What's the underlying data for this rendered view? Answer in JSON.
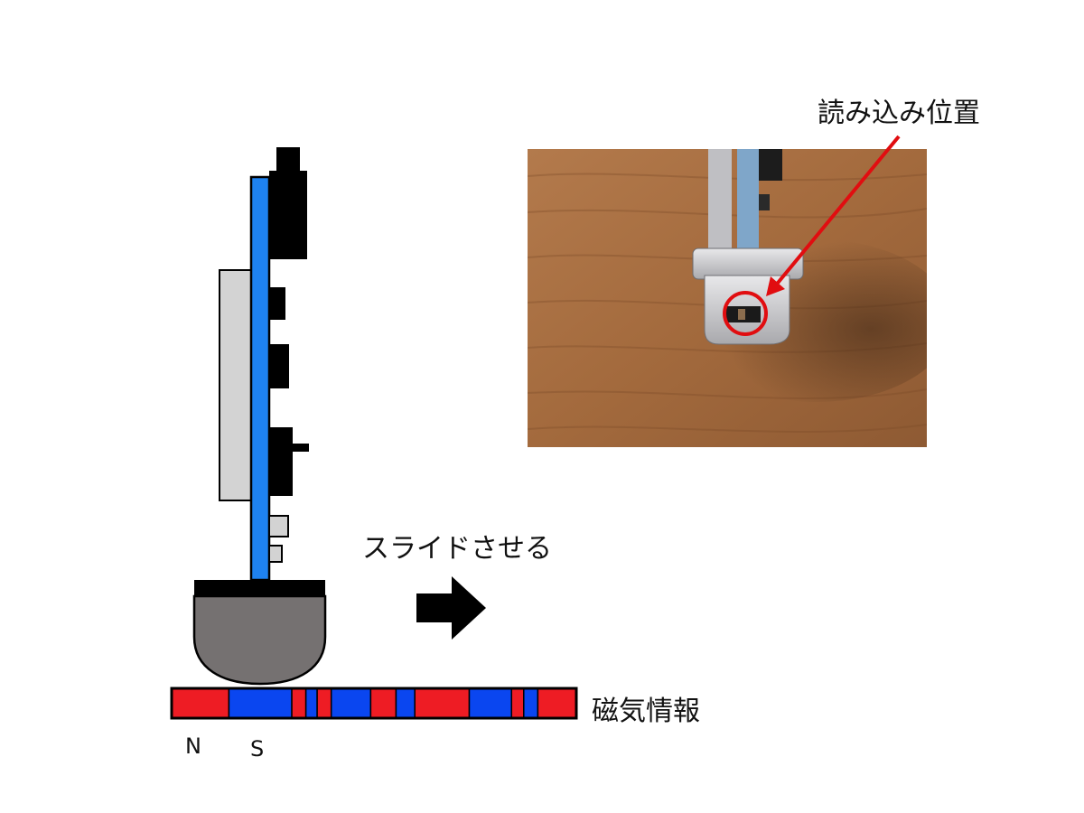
{
  "labels": {
    "read_position": "読み込み位置",
    "slide": "スライドさせる",
    "magnetic_info": "磁気情報",
    "pole_n": "N",
    "pole_s": "S"
  },
  "magnetic_strip": [
    {
      "pole": "N",
      "weight": 61
    },
    {
      "pole": "S",
      "weight": 67
    },
    {
      "pole": "N",
      "weight": 15
    },
    {
      "pole": "S",
      "weight": 12
    },
    {
      "pole": "N",
      "weight": 15
    },
    {
      "pole": "S",
      "weight": 42
    },
    {
      "pole": "N",
      "weight": 27
    },
    {
      "pole": "S",
      "weight": 20
    },
    {
      "pole": "N",
      "weight": 58
    },
    {
      "pole": "S",
      "weight": 45
    },
    {
      "pole": "N",
      "weight": 13
    },
    {
      "pole": "S",
      "weight": 15
    },
    {
      "pole": "N",
      "weight": 41
    }
  ],
  "colors": {
    "north": "#ee1c24",
    "south": "#0a46f0",
    "pcb": "#1e82f0",
    "component": "#000000",
    "housing": "#d3d3d3",
    "head_body": "#757171",
    "arrow_highlight": "#e10d10"
  }
}
